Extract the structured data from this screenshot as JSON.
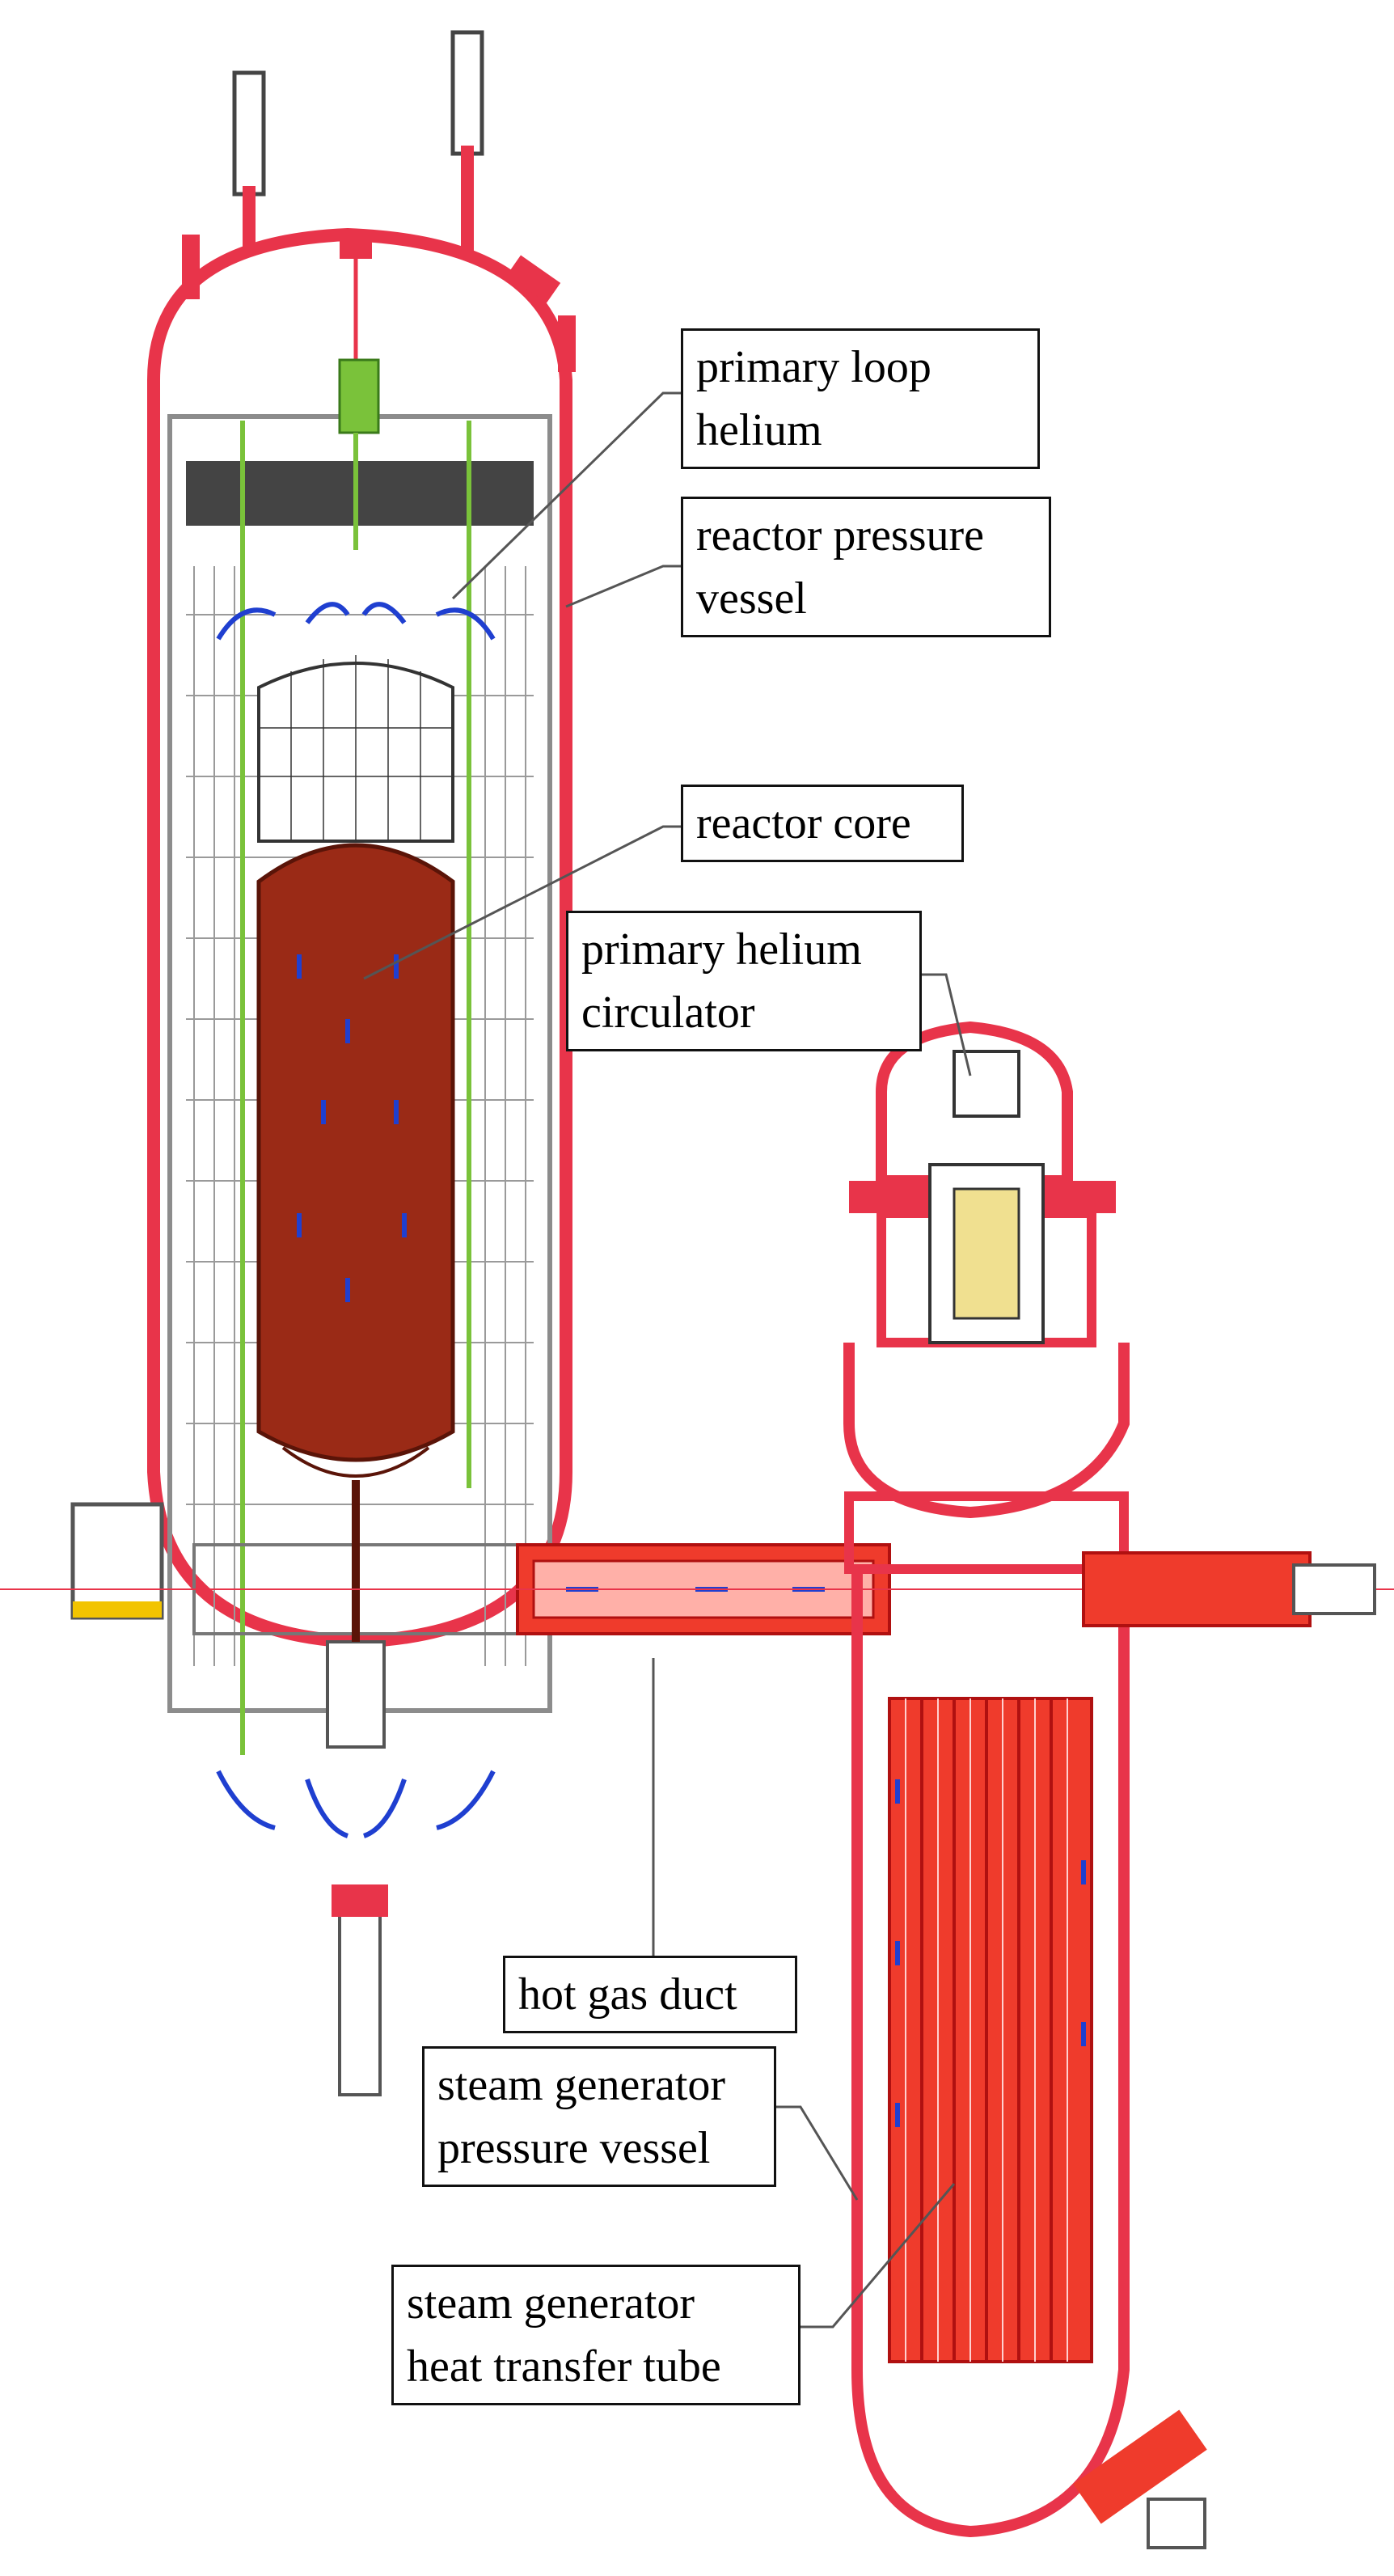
{
  "colors": {
    "vessel_red": "#e8344a",
    "duct_red": "#ef3b2c",
    "core_brown": "#9a2a16",
    "internals_gray": "#8c8c8c",
    "flow_blue": "#1f3fd0",
    "rod_green": "#7ac23a",
    "leader_line": "#555555",
    "label_text": "#000000"
  },
  "labels": {
    "primary_loop_helium": [
      "primary loop",
      "helium"
    ],
    "reactor_pressure_vessel": [
      "reactor pressure",
      "vessel"
    ],
    "reactor_core": [
      "reactor core"
    ],
    "primary_helium_circulator": [
      "primary helium",
      "circulator"
    ],
    "hot_gas_duct": [
      "hot gas duct"
    ],
    "steam_generator_pressure_vessel": [
      "steam generator",
      "pressure vessel"
    ],
    "steam_generator_heat_transfer_tube": [
      "steam generator",
      "heat transfer tube"
    ]
  }
}
